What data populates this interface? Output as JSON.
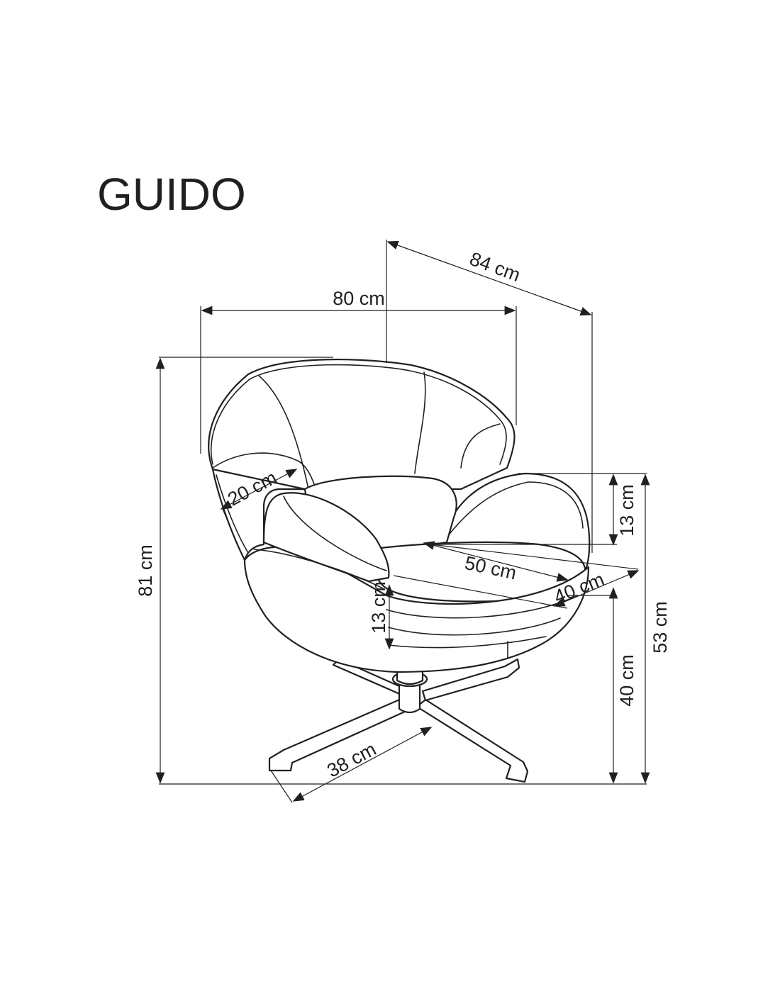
{
  "title": "GUIDO",
  "dimensions": {
    "width": "80 cm",
    "depth": "84 cm",
    "height_total": "81 cm",
    "height_armrest": "53 cm",
    "height_seat": "40 cm",
    "armrest_above_seat": "13 cm",
    "seat_thickness": "13 cm",
    "armrest_width": "20 cm",
    "seat_width": "50 cm",
    "seat_depth": "40 cm",
    "base_leg": "38 cm"
  },
  "colors": {
    "ink": "#231f20",
    "background": "#ffffff"
  }
}
